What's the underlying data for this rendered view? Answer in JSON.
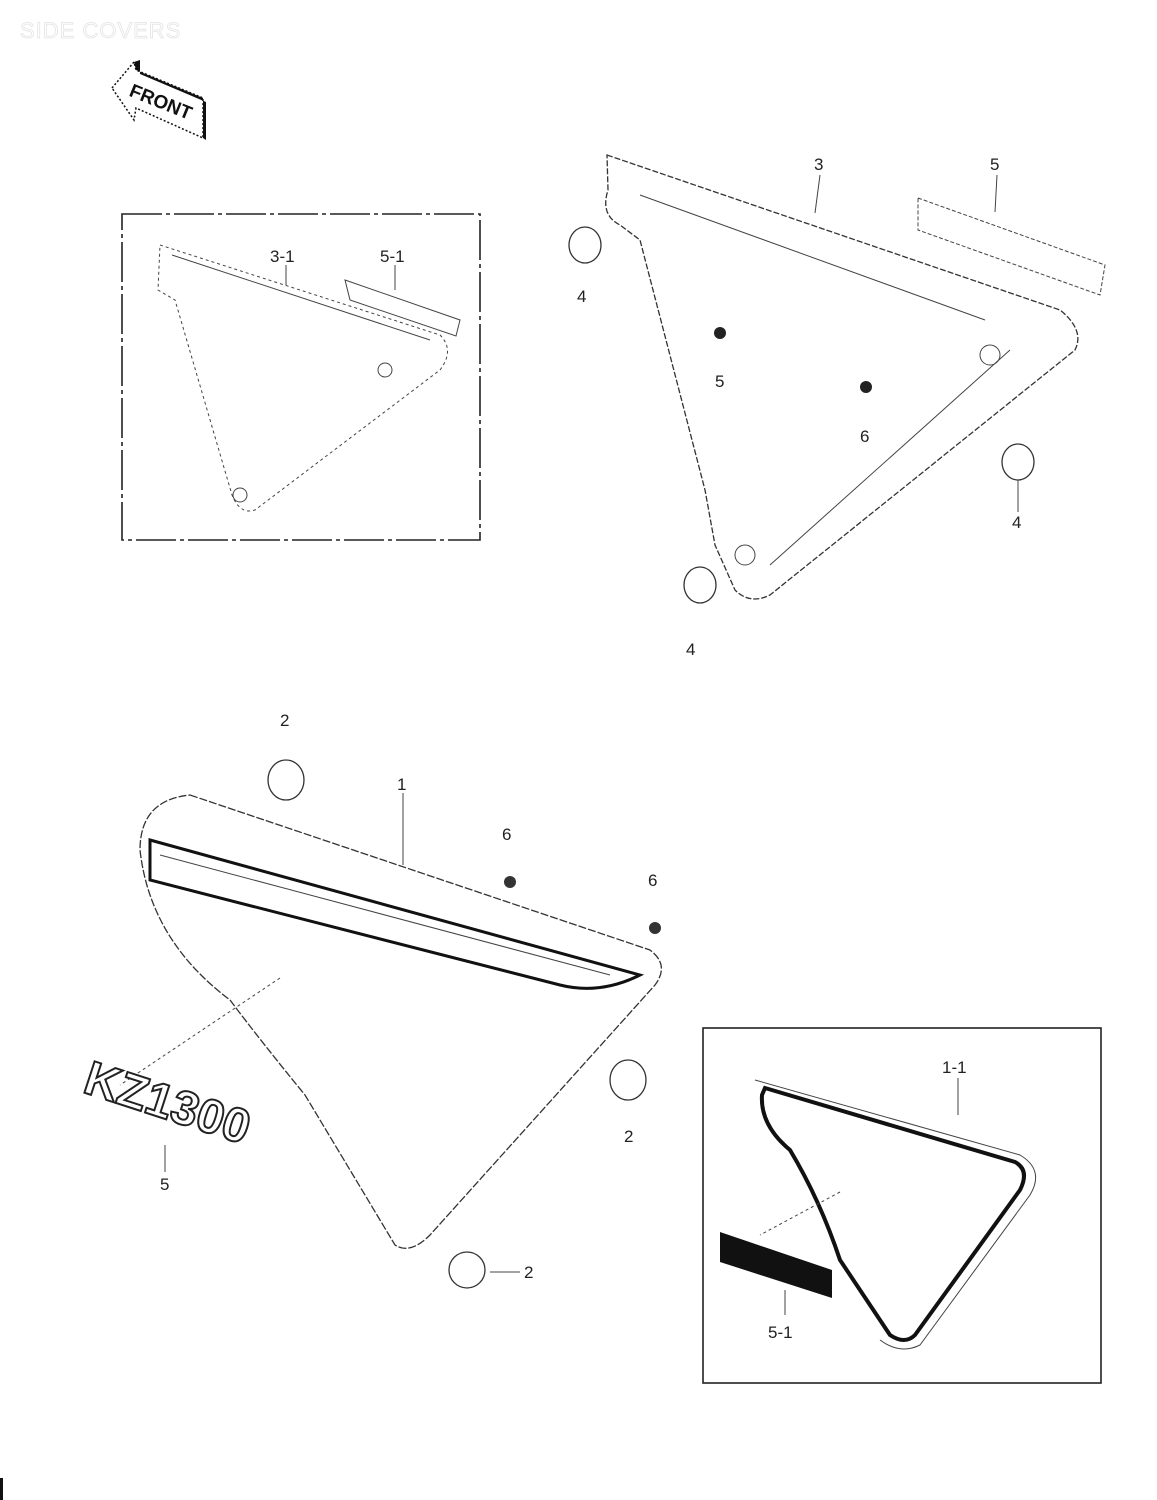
{
  "page": {
    "title": "SIDE COVERS"
  },
  "front_indicator": {
    "label": "FRONT"
  },
  "emblem": {
    "text": "KZ1300"
  },
  "inset_top_left": {
    "labels": [
      "3-1",
      "5-1"
    ]
  },
  "top_right_cover": {
    "labels": {
      "cover": "3",
      "emblem": "5",
      "grommet_left": "4",
      "screw_label": "5",
      "nut_label": "6",
      "grommet_right": "4",
      "grommet_bottom": "4"
    }
  },
  "bottom_left_cover": {
    "labels": {
      "grommet_top": "2",
      "cover": "1",
      "nut_1": "6",
      "nut_2": "6",
      "grommet_right": "2",
      "grommet_bottom": "2",
      "emblem": "5"
    }
  },
  "inset_bottom_right": {
    "labels": [
      "1-1",
      "5-1"
    ]
  }
}
